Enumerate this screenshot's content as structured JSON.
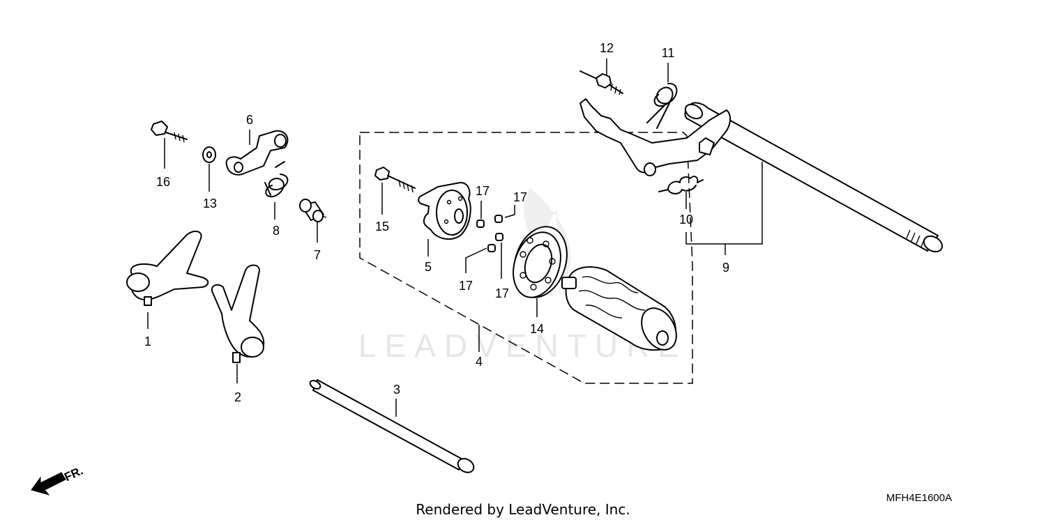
{
  "watermark": "LEADVENTURE",
  "footer_text": "Rendered by LeadVenture, Inc.",
  "diagram_code": "MFH4E1600A",
  "front_arrow_label": "FR.",
  "callouts": {
    "c1": "1",
    "c2": "2",
    "c3": "3",
    "c4": "4",
    "c5": "5",
    "c6": "6",
    "c7": "7",
    "c8": "8",
    "c9": "9",
    "c10": "10",
    "c11": "11",
    "c12": "12",
    "c13": "13",
    "c14": "14",
    "c15": "15",
    "c16": "16",
    "c17a": "17",
    "c17b": "17",
    "c17c": "17",
    "c17d": "17"
  },
  "colors": {
    "line": "#000000",
    "watermark": "#e6e6e6",
    "background": "#ffffff"
  }
}
